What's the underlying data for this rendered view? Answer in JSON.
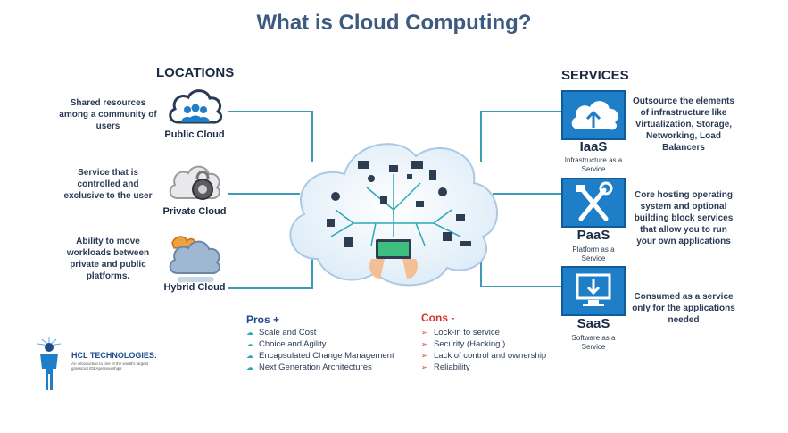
{
  "title": "What is Cloud Computing?",
  "locations": {
    "heading": "LOCATIONS",
    "items": [
      {
        "label": "Public Cloud",
        "description": "Shared resources among a community of users",
        "icon": "people-cloud-icon"
      },
      {
        "label": "Private Cloud",
        "description": "Service that is controlled and exclusive to the user",
        "icon": "locked-cloud-icon"
      },
      {
        "label": "Hybrid Cloud",
        "description": "Ability to move workloads between private and public platforms.",
        "icon": "hybrid-cloud-icon"
      }
    ]
  },
  "services": {
    "heading": "SERVICES",
    "items": [
      {
        "name": "IaaS",
        "subtitle": "Infrastructure as a Service",
        "description": "Outsource the elements of infrastructure like Virtualization, Storage, Networking, Load Balancers",
        "icon": "cloud-upload-icon"
      },
      {
        "name": "PaaS",
        "subtitle": "Platform as a Service",
        "description": "Core hosting operating system and optional building block services that allow you to run your own applications",
        "icon": "tools-icon"
      },
      {
        "name": "SaaS",
        "subtitle": "Software as a Service",
        "description": "Consumed as a service only for the applications needed",
        "icon": "monitor-download-icon"
      }
    ]
  },
  "pros": {
    "title": "Pros +",
    "items": [
      "Scale and Cost",
      "Choice and Agility",
      "Encapsulated Change Management",
      "Next Generation Architectures"
    ]
  },
  "cons": {
    "title": "Cons -",
    "items": [
      "Lock-in to service",
      "Security (Hacking )",
      "Lack of control and ownership",
      "Reliability"
    ]
  },
  "logo": {
    "name": "HCL TECHNOLOGIES:",
    "tagline": "An introduction to one of the world's largest grassroot IDEApreneurships"
  },
  "colors": {
    "accent": "#1f7ec8",
    "pros": "#1f4a8c",
    "cons": "#d0342c",
    "lines": "#3b9bb8"
  }
}
